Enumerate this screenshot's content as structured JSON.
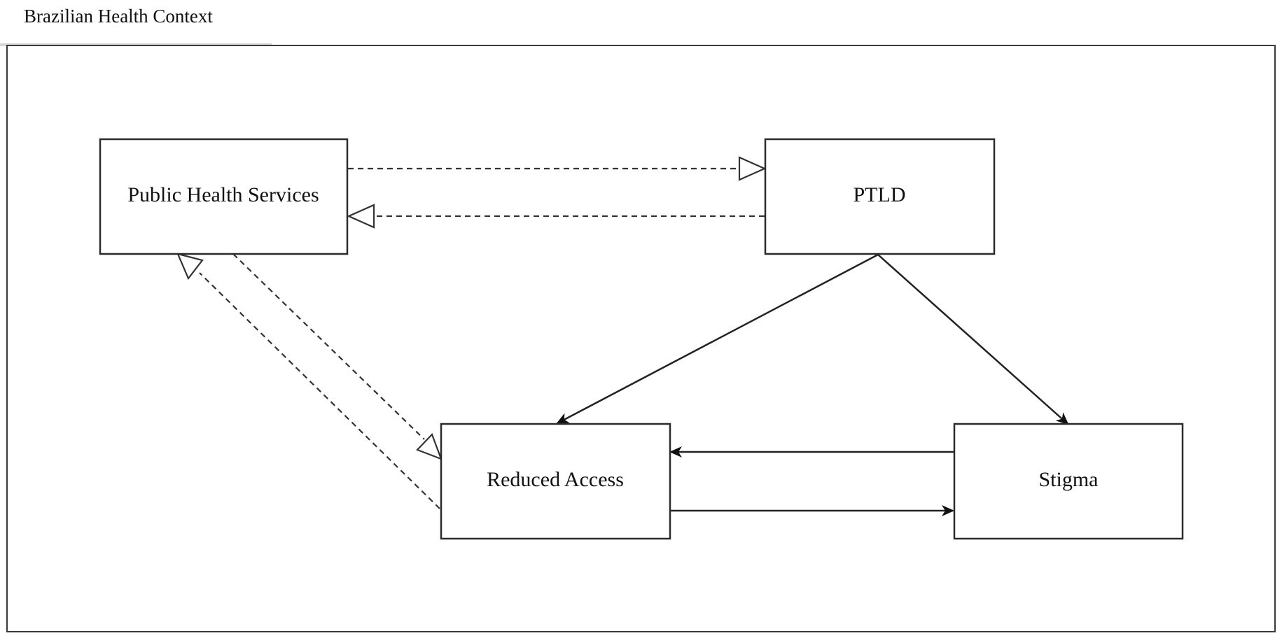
{
  "diagram": {
    "context_label": "Brazilian Health Context",
    "nodes": {
      "public_health_services": "Public Health Services",
      "ptld": "PTLD",
      "reduced_access": "Reduced Access",
      "stigma": "Stigma"
    },
    "edges": [
      {
        "from": "Public Health Services",
        "to": "PTLD",
        "style": "dashed",
        "arrow": "hollow-triangle"
      },
      {
        "from": "PTLD",
        "to": "Public Health Services",
        "style": "dashed",
        "arrow": "hollow-triangle"
      },
      {
        "from": "Public Health Services",
        "to": "Reduced Access",
        "style": "dashed",
        "arrow": "hollow-triangle"
      },
      {
        "from": "Reduced Access",
        "to": "Public Health Services",
        "style": "dashed",
        "arrow": "hollow-triangle"
      },
      {
        "from": "PTLD",
        "to": "Reduced Access",
        "style": "solid",
        "arrow": "filled"
      },
      {
        "from": "PTLD",
        "to": "Stigma",
        "style": "solid",
        "arrow": "filled"
      },
      {
        "from": "Stigma",
        "to": "Reduced Access",
        "style": "solid",
        "arrow": "filled"
      },
      {
        "from": "Reduced Access",
        "to": "Stigma",
        "style": "solid",
        "arrow": "filled"
      }
    ]
  }
}
